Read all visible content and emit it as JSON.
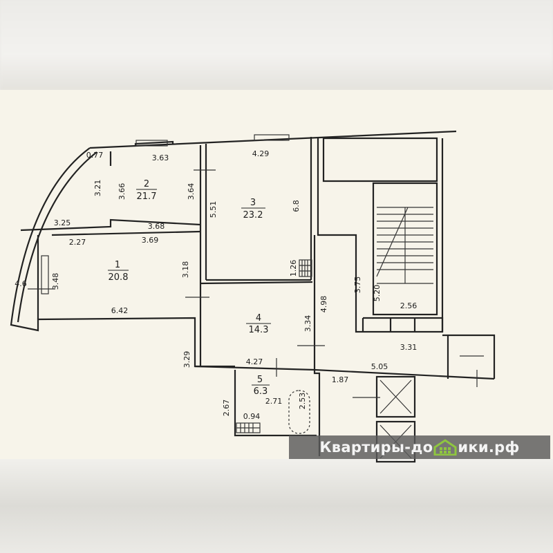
{
  "plan": {
    "rooms": [
      {
        "number": "1",
        "area": "20.8"
      },
      {
        "number": "2",
        "area": "21.7"
      },
      {
        "number": "3",
        "area": "23.2"
      },
      {
        "number": "4",
        "area": "14.3"
      },
      {
        "number": "5",
        "area": "6.3"
      }
    ],
    "dimensions": [
      "0.77",
      "3.63",
      "4.29",
      "3.21",
      "3.66",
      "3.64",
      "5.51",
      "6.8",
      "3.25",
      "3.68",
      "2.27",
      "3.69",
      "3.18",
      "1.26",
      "4.6",
      "3.48",
      "6.42",
      "4.98",
      "3.75",
      "5.20",
      "2.56",
      "3.34",
      "3.31",
      "3.29",
      "4.27",
      "5.05",
      "1.87",
      "2.67",
      "2.71",
      "2.53",
      "0.94"
    ]
  },
  "watermark": {
    "left": "Квартиры-до",
    "right": "ики.рф",
    "logo": "house-icon",
    "logo_color": "#8fc63f"
  }
}
